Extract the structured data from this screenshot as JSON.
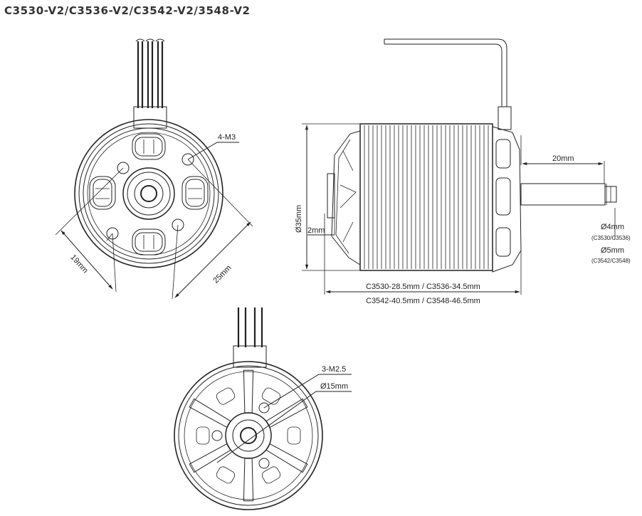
{
  "title": "C3530-V2/C3536-V2/C3542-V2/3548-V2",
  "front_view": {
    "holes_label": "4-M3",
    "spacing_a": "19mm",
    "spacing_b": "25mm"
  },
  "side_view": {
    "diameter_label": "Ø35mm",
    "boss_label": "2mm",
    "shaft_length_label": "20mm",
    "length_line_1": "C3530-28.5mm / C3536-34.5mm",
    "length_line_2": "C3542-40.5mm / C3548-46.5mm",
    "shaft_small_label": "Ø4mm",
    "shaft_small_models": "(C3530/C3536)",
    "shaft_large_label": "Ø5mm",
    "shaft_large_models": "(C3542/C3548)"
  },
  "rear_view": {
    "holes_label": "3-M2.5",
    "circle_label": "Ø15mm"
  }
}
